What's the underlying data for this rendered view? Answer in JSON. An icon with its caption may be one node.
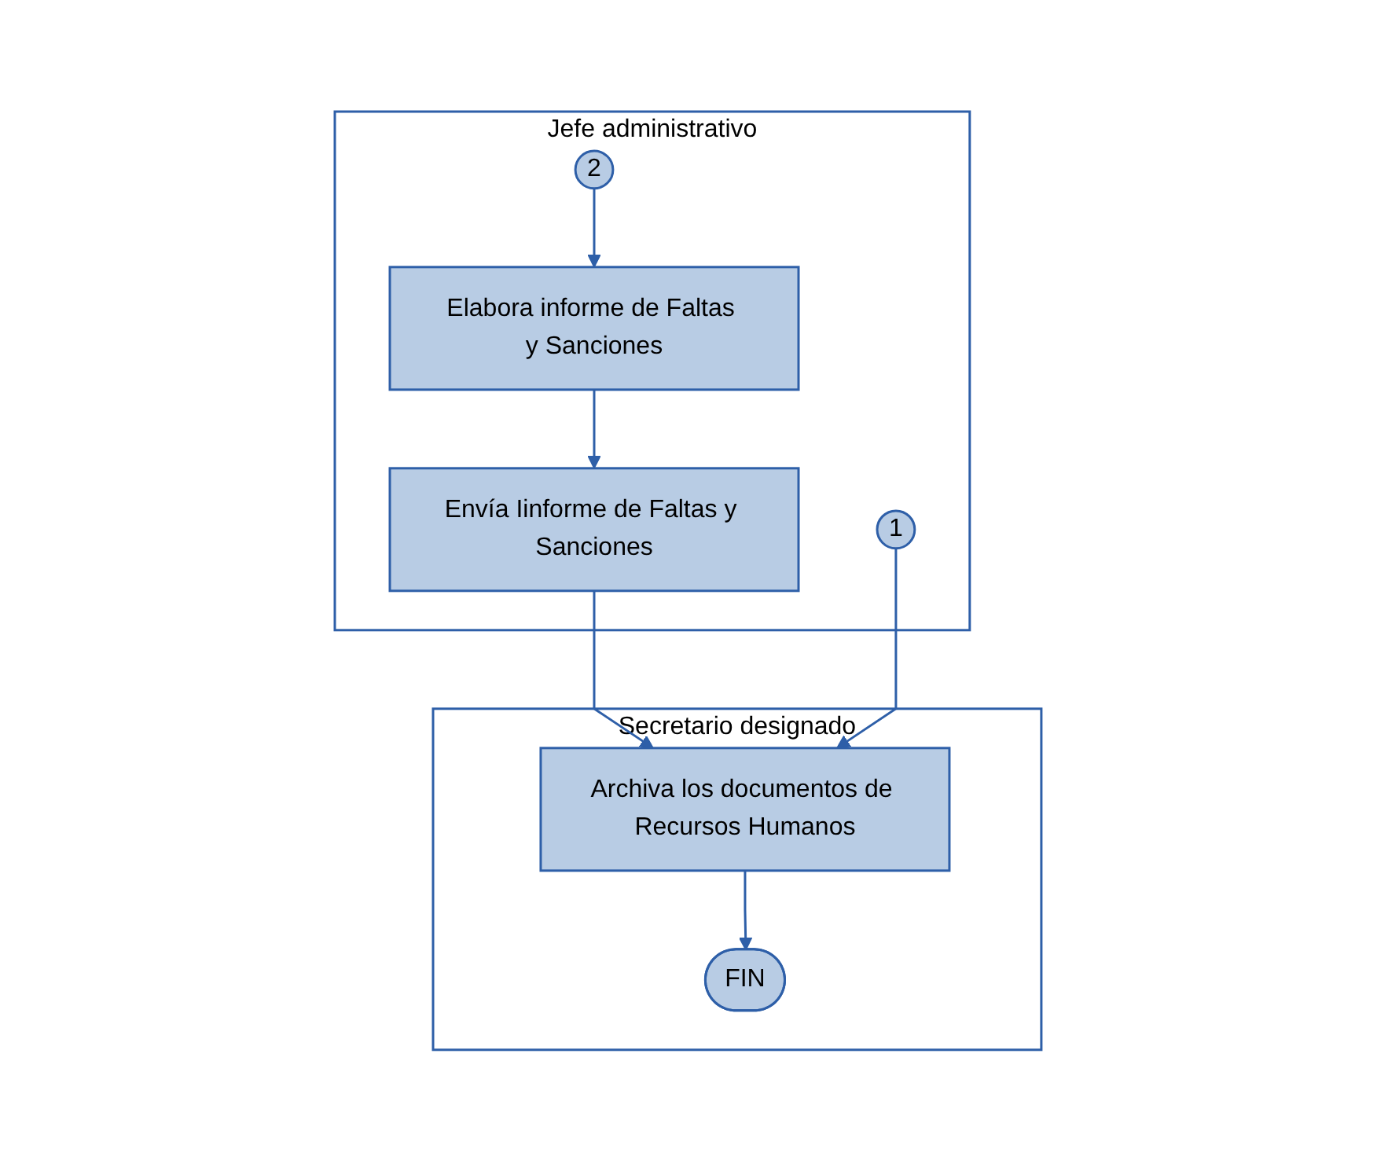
{
  "diagram": {
    "nodes": [
      {
        "text": [
          "Jefe administrativo"
        ]
      },
      {
        "text": [
          "Secretario designado"
        ]
      },
      {
        "text": [
          "1"
        ],
        "in": 0
      },
      {
        "text": [
          "2"
        ],
        "in": 0
      },
      {
        "text": [
          "Elabora informe de Faltas y Sanciones"
        ],
        "in": 0
      },
      {
        "text": [
          "Envía Iinforme de Faltas y Sanciones"
        ],
        "in": 0
      },
      {
        "text": [
          "Archiva los documentos de Recursos Humanos"
        ],
        "in": 1
      },
      {
        "text": [
          "FIN"
        ],
        "in": 1
      }
    ],
    "edges": [
      {
        "from": 3,
        "to": 4,
        "arrow": "to"
      },
      {
        "from": 4,
        "to": 5,
        "arrow": "to"
      },
      {
        "from": 5,
        "to": 6,
        "arrow": "to"
      },
      {
        "from": 2,
        "to": 6,
        "arrow": "to"
      },
      {
        "from": 6,
        "to": 7,
        "arrow": "to"
      }
    ]
  }
}
